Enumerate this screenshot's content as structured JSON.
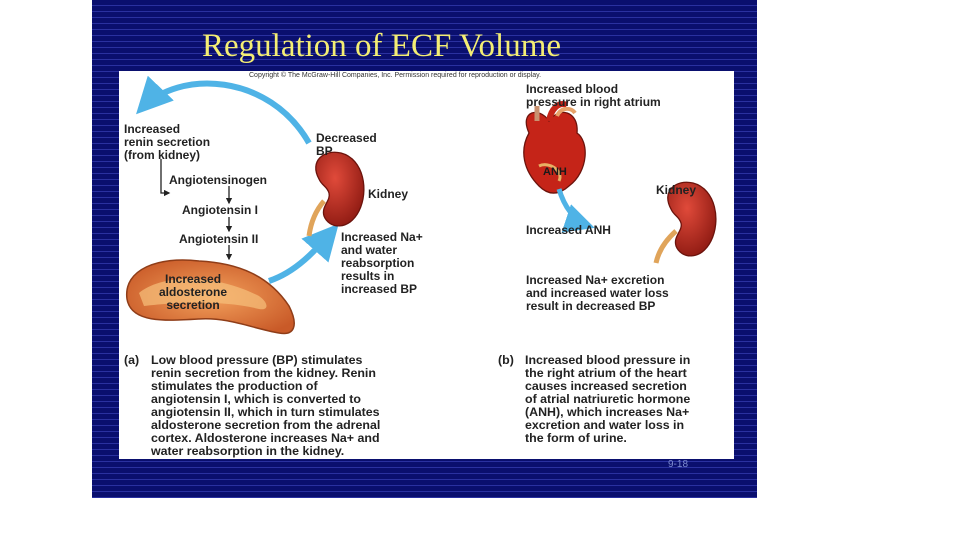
{
  "title": "Regulation of ECF Volume",
  "copyright": "Copyright © The McGraw-Hill Companies, Inc. Permission required for reproduction or display.",
  "panel_a": {
    "renin": [
      "Increased",
      "renin secretion",
      "(from kidney)"
    ],
    "decreased_bp": [
      "Decreased",
      "BP"
    ],
    "kidney": "Kidney",
    "angiotensinogen": "Angiotensinogen",
    "angiotensin_1": "Angiotensin I",
    "angiotensin_2": "Angiotensin II",
    "aldosterone": [
      "Increased",
      "aldosterone",
      "secretion"
    ],
    "result": [
      "Increased Na+",
      "and water",
      "reabsorption",
      "results in",
      "increased BP"
    ],
    "caption_tag": "(a)",
    "caption": [
      "Low blood pressure (BP) stimulates",
      "renin secretion from the kidney. Renin",
      "stimulates the production of",
      "angiotensin I, which is converted to",
      "angiotensin II, which in turn stimulates",
      "aldosterone secretion from the adrenal",
      "cortex. Aldosterone increases Na+ and",
      "water reabsorption in the kidney."
    ]
  },
  "panel_b": {
    "pressure": [
      "Increased blood",
      "pressure in right atrium"
    ],
    "anh": "ANH",
    "kidney": "Kidney",
    "increased_anh": "Increased ANH",
    "result": [
      "Increased Na+ excretion",
      "and increased water loss",
      "result in decreased BP"
    ],
    "caption_tag": "(b)",
    "caption": [
      "Increased blood pressure in",
      "the right atrium of the heart",
      "causes increased secretion",
      "of atrial natriuretic hormone",
      "(ANH), which increases Na+",
      "excretion and water loss in",
      "the form of urine."
    ]
  },
  "page_number": "9-18",
  "colors": {
    "slide_bg": "#0a0f6e",
    "title": "#f4ee74",
    "arrow": "#4fb3e6",
    "kidney": "#b3241b",
    "adrenal": "#d8703a"
  }
}
